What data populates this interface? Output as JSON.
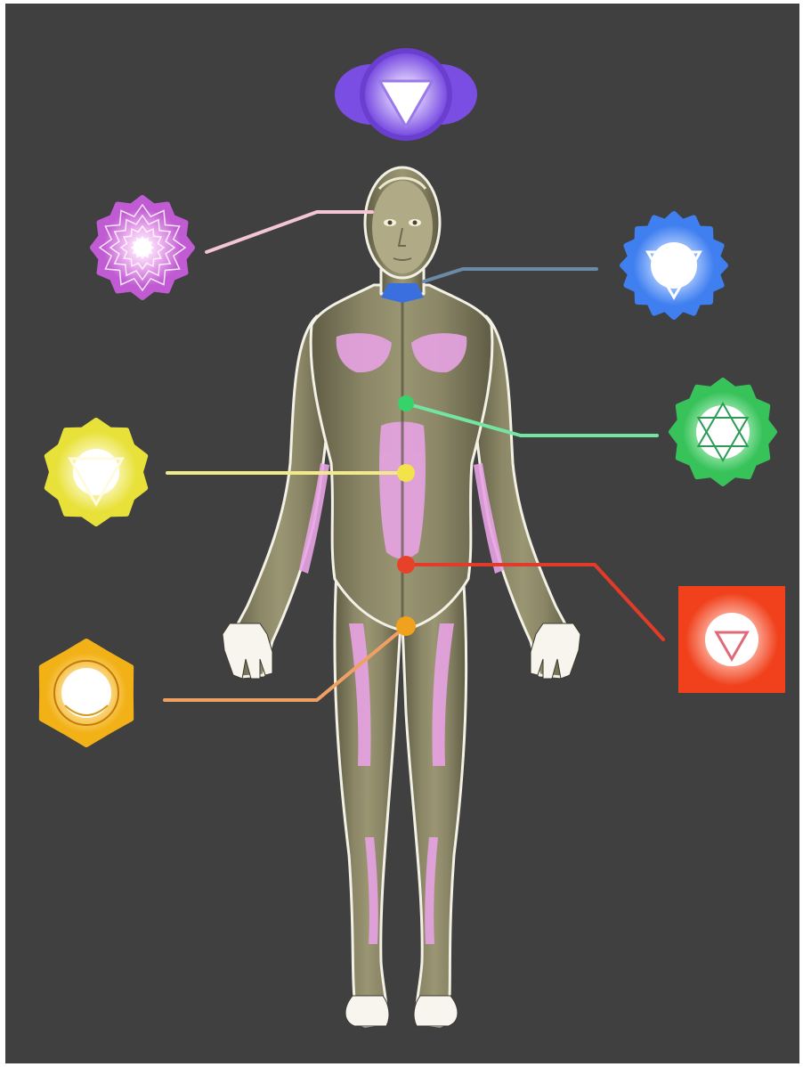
{
  "colors": {
    "background": "#404040",
    "frame": "#ffffff",
    "body_skin": "#7d7a60",
    "body_shade": "#5f5c45",
    "body_highlight": "#e7a3e3",
    "outline": "#f3f1e6"
  },
  "chakras": [
    {
      "id": "crown",
      "icon": "lotus-icon",
      "petals": 12,
      "color": "#c15bd3",
      "light": "#f0b9f2",
      "connector": "#f4c6d4",
      "point_color": "#f0e6f0"
    },
    {
      "id": "third-eye",
      "icon": "two-petal-triangle-icon",
      "petals": 2,
      "color": "#7a4ee2",
      "light": "#c8b3f7",
      "connector": "none",
      "point_color": "none"
    },
    {
      "id": "throat",
      "icon": "triangle-lotus-icon",
      "petals": 16,
      "color": "#3f7ff0",
      "light": "#b7d1ff",
      "connector": "#6a8aa8",
      "point_color": "#3a6fe0"
    },
    {
      "id": "heart",
      "icon": "hexagram-lotus-icon",
      "petals": 12,
      "color": "#37c25a",
      "light": "#b9f2c6",
      "connector": "#74e4a2",
      "point_color": "#36d36b"
    },
    {
      "id": "solar-plexus",
      "icon": "triangle-lotus-icon",
      "petals": 10,
      "color": "#e8e13a",
      "light": "#fbf8bf",
      "connector": "#f0ea8a",
      "point_color": "#f3e34a"
    },
    {
      "id": "sacral",
      "icon": "circle-lotus-icon",
      "petals": 6,
      "color": "#f2b117",
      "light": "#fde3a4",
      "connector": "#f1a064",
      "point_color": "#f0a21c"
    },
    {
      "id": "root",
      "icon": "square-triangle-icon",
      "petals": 4,
      "color": "#f0411c",
      "light": "#ffc2b4",
      "connector": "#e23b2a",
      "point_color": "#e8412a"
    }
  ]
}
